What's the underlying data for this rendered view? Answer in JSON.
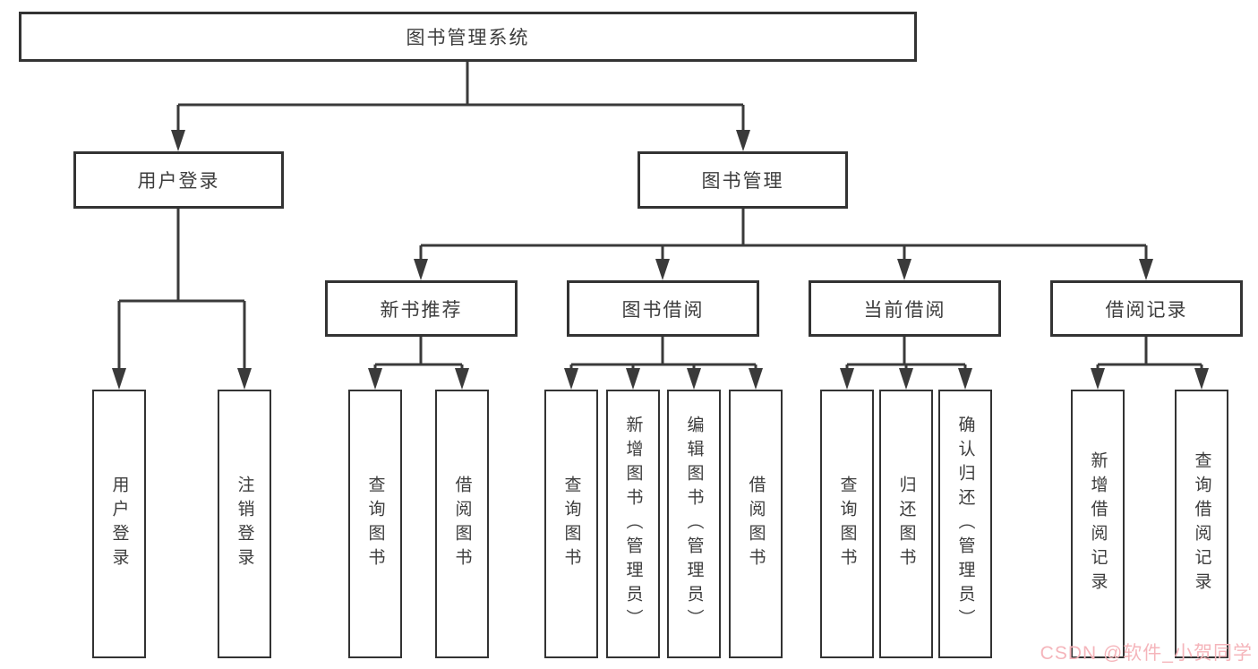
{
  "tree": {
    "root": {
      "label": "图书管理系统"
    },
    "branches": [
      {
        "label": "用户登录",
        "children": [
          {
            "label": "用户登录"
          },
          {
            "label": "注销登录"
          }
        ]
      },
      {
        "label": "图书管理",
        "groups": [
          {
            "label": "新书推荐",
            "children": [
              {
                "label": "查询图书"
              },
              {
                "label": "借阅图书"
              }
            ]
          },
          {
            "label": "图书借阅",
            "children": [
              {
                "label": "查询图书"
              },
              {
                "label": "新增图书（管理员）"
              },
              {
                "label": "编辑图书（管理员）"
              },
              {
                "label": "借阅图书"
              }
            ]
          },
          {
            "label": "当前借阅",
            "children": [
              {
                "label": "查询图书"
              },
              {
                "label": "归还图书"
              },
              {
                "label": "确认归还（管理员）"
              }
            ]
          },
          {
            "label": "借阅记录",
            "children": [
              {
                "label": "新增借阅记录"
              },
              {
                "label": "查询借阅记录"
              }
            ]
          }
        ]
      }
    ]
  },
  "watermark": {
    "text": "CSDN @软件_小贺同学",
    "color": "#f5b5bb"
  },
  "colors": {
    "line": "#3a3a3a",
    "box_border": "#333333",
    "text": "#3d3d3d",
    "background": "#ffffff"
  }
}
